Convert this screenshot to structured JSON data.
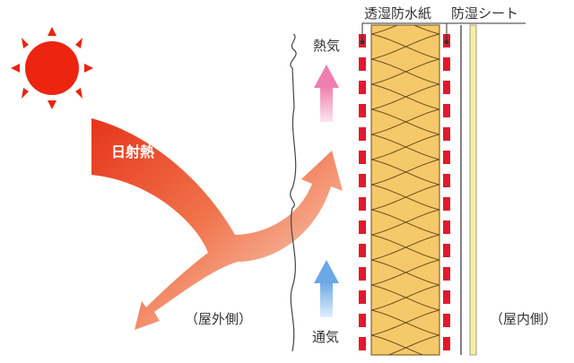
{
  "labels": {
    "breathable_sheet": "透湿防水紙",
    "vapor_barrier": "防湿シート",
    "heat_air": "熱気",
    "ventilation": "通気",
    "solar_heat": "日射熱",
    "outdoor_side": "（屋外側）",
    "indoor_side": "（屋内側）"
  },
  "colors": {
    "sun": "#ec2410",
    "heat_arrow_start": "#e6341c",
    "heat_arrow_end": "#fbe8d8",
    "up_arrow_pink": "#f08cb4",
    "up_arrow_blue": "#7ab4ea",
    "membrane_red": "#e3182d",
    "insulation_fill": "#f5c96a",
    "insulation_line": "#6b4a1a",
    "board_fill": "#f6f0a0"
  },
  "icons": [
    "sun-icon",
    "solar-heat-arrow",
    "heat-up-arrow",
    "ventilation-up-arrow"
  ]
}
